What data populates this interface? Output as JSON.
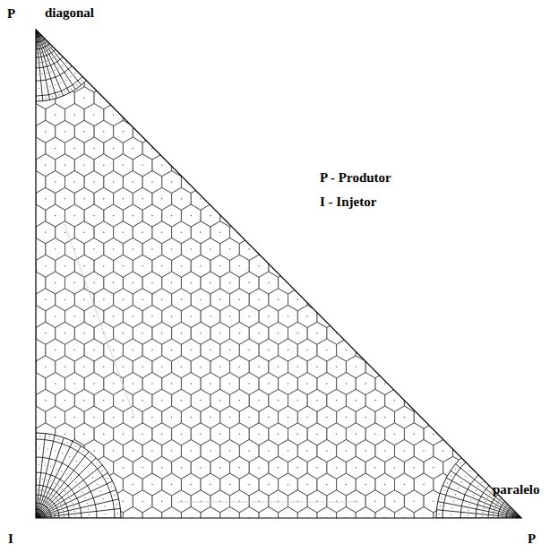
{
  "diagram": {
    "labels": [
      "P",
      "diagonal",
      "P - Produtor",
      "I - Injetor",
      "paralelo",
      "I",
      "P"
    ]
  }
}
